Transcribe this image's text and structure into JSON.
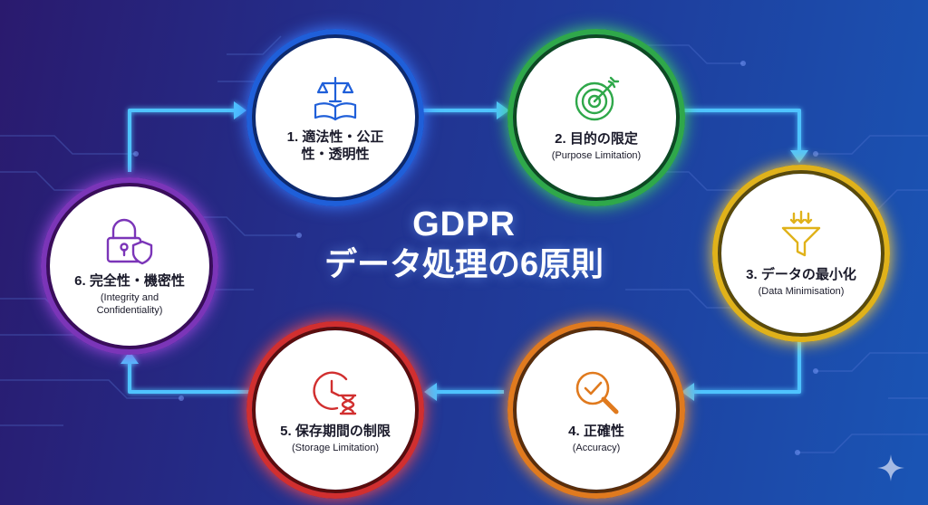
{
  "title": {
    "line1": "GDPR",
    "line2": "データ処理の6原則"
  },
  "principles": [
    {
      "number_label": "1. 適法性・公正性・透明性",
      "subtitle": "",
      "color": "#1f5fd9",
      "icon": "scales-book-icon"
    },
    {
      "number_label": "2. 目的の限定",
      "subtitle": "(Purpose Limitation)",
      "color": "#2fa84a",
      "icon": "target-arrow-icon"
    },
    {
      "number_label": "3. データの最小化",
      "subtitle": "(Data Minimisation)",
      "color": "#e0b21a",
      "icon": "funnel-icon"
    },
    {
      "number_label": "4. 正確性",
      "subtitle": "(Accuracy)",
      "color": "#e07a1e",
      "icon": "magnifier-check-icon"
    },
    {
      "number_label": "5. 保存期間の制限",
      "subtitle": "(Storage Limitation)",
      "color": "#d12f2f",
      "icon": "clock-hourglass-icon"
    },
    {
      "number_label": "6. 完全性・機密性",
      "subtitle": "(Integrity and Confidentiality)",
      "color": "#7b35b8",
      "icon": "lock-shield-icon"
    }
  ],
  "colors": {
    "arrow": "#4fc3ff"
  }
}
